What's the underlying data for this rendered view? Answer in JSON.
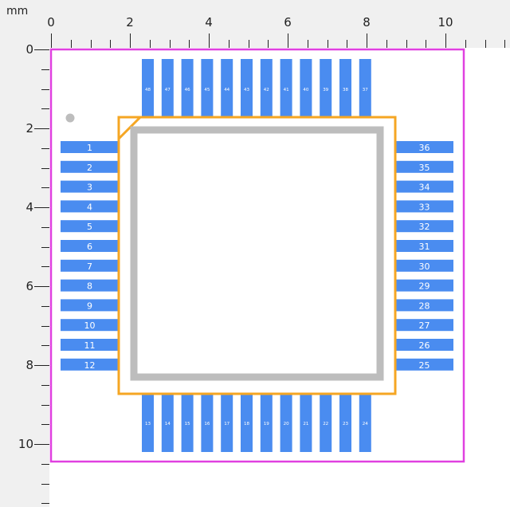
{
  "ruler": {
    "unit": "mm",
    "x_labels": [
      "0",
      "2",
      "4",
      "6",
      "8",
      "10"
    ],
    "y_labels": [
      "0",
      "2",
      "4",
      "6",
      "8",
      "10"
    ]
  },
  "footprint": {
    "pins_left": [
      "1",
      "2",
      "3",
      "4",
      "5",
      "6",
      "7",
      "8",
      "9",
      "10",
      "11",
      "12"
    ],
    "pins_bottom": [
      "13",
      "14",
      "15",
      "16",
      "17",
      "18",
      "19",
      "20",
      "21",
      "22",
      "23",
      "24"
    ],
    "pins_right": [
      "25",
      "26",
      "27",
      "28",
      "29",
      "30",
      "31",
      "32",
      "33",
      "34",
      "35",
      "36"
    ],
    "pins_top": [
      "37",
      "38",
      "39",
      "40",
      "41",
      "42",
      "43",
      "44",
      "45",
      "46",
      "47",
      "48"
    ]
  },
  "colors": {
    "pad": "#4a8cf0",
    "courtyard": "#e040e0",
    "silkscreen": "#f5a623",
    "body": "#bdbdbd",
    "pin1_marker": "#bdbdbd",
    "ruler_background": "#f0f0f0"
  }
}
